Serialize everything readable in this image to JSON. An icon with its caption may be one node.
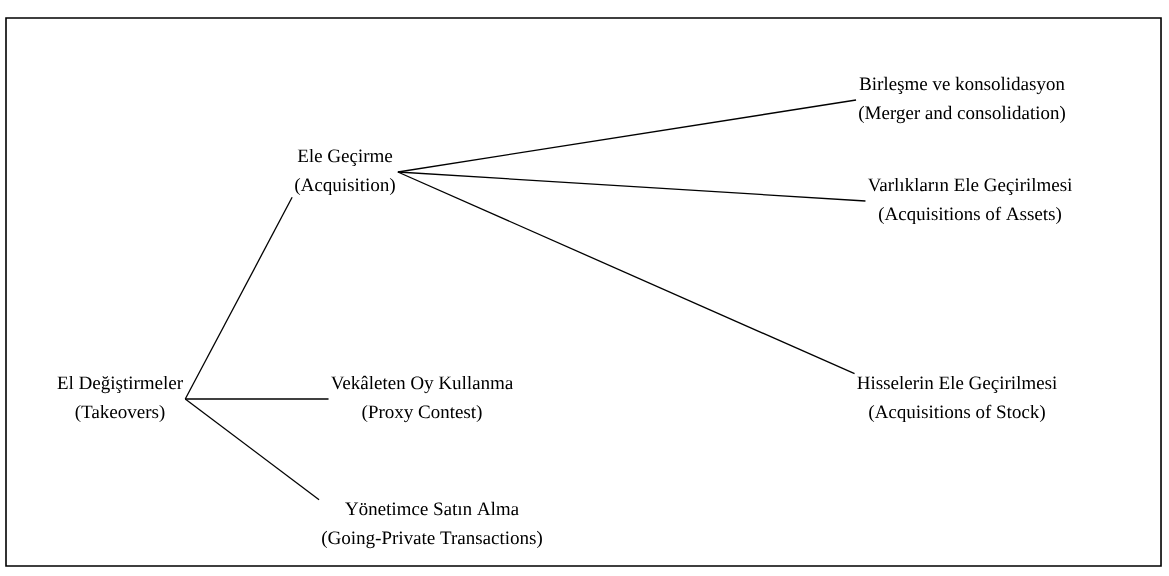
{
  "diagram": {
    "nodes": [
      {
        "text": [
          "El Değiştirmeler",
          "(Takeovers)"
        ]
      },
      {
        "text": [
          "Ele Geçirme",
          "(Acquisition)"
        ]
      },
      {
        "text": [
          "Vekâleten Oy Kullanma",
          "(Proxy Contest)"
        ]
      },
      {
        "text": [
          "Yönetimce Satın Alma",
          "(Going-Private Transactions)"
        ]
      },
      {
        "text": [
          "Birleşme ve konsolidasyon",
          "(Merger and consolidation)"
        ]
      },
      {
        "text": [
          "Varlıkların Ele Geçirilmesi",
          "(Acquisitions of Assets)"
        ]
      },
      {
        "text": [
          "Hisselerin Ele Geçirilmesi",
          "(Acquisitions of Stock)"
        ]
      }
    ],
    "edges": [
      {
        "from": 0,
        "to": 1,
        "arrow": "none"
      },
      {
        "from": 0,
        "to": 2,
        "arrow": "none"
      },
      {
        "from": 0,
        "to": 3,
        "arrow": "none"
      },
      {
        "from": 1,
        "to": 4,
        "arrow": "none"
      },
      {
        "from": 1,
        "to": 5,
        "arrow": "none"
      },
      {
        "from": 1,
        "to": 6,
        "arrow": "none"
      }
    ]
  }
}
